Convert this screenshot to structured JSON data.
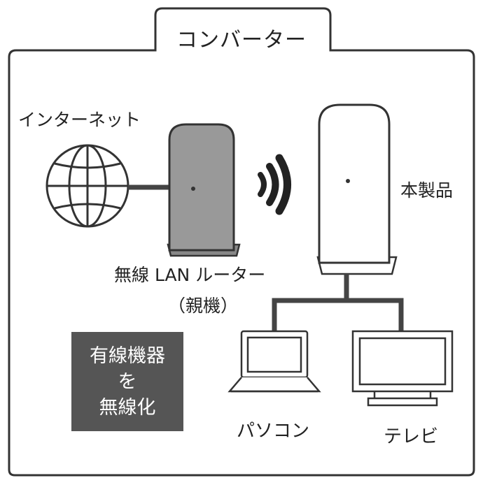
{
  "title": "コンバーター",
  "labels": {
    "internet": "インターネット",
    "router": "無線 LAN ルーター",
    "router_sub": "（親機）",
    "product": "本製品",
    "pc": "パソコン",
    "tv": "テレビ"
  },
  "callout": {
    "line1": "有線機器",
    "line2": "を",
    "line3": "無線化"
  },
  "colors": {
    "frame": "#333333",
    "router_fill": "#999999",
    "product_fill": "#ffffff",
    "callout_bg": "#555555",
    "callout_text": "#ffffff"
  },
  "icons": [
    "globe-icon",
    "wifi-signal-icon",
    "laptop-icon",
    "tv-icon"
  ]
}
